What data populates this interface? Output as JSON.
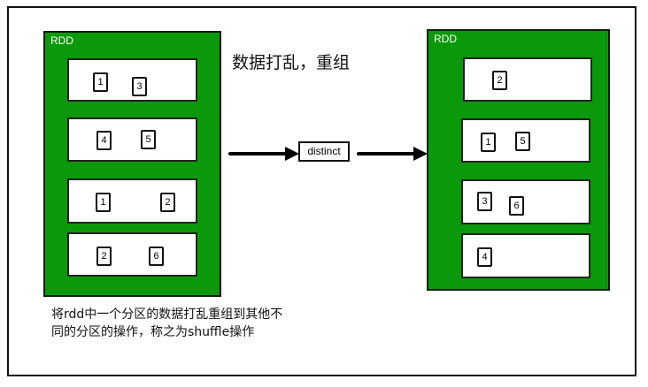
{
  "title": "数据打乱，重组",
  "operation": "distinct",
  "source_rdd": {
    "label": "RDD",
    "partitions": [
      {
        "items": [
          "1",
          "3"
        ]
      },
      {
        "items": [
          "4",
          "5"
        ]
      },
      {
        "items": [
          "1",
          "2"
        ]
      },
      {
        "items": [
          "2",
          "6"
        ]
      }
    ]
  },
  "target_rdd": {
    "label": "RDD",
    "partitions": [
      {
        "items": [
          "2"
        ]
      },
      {
        "items": [
          "1",
          "5"
        ]
      },
      {
        "items": [
          "3",
          "6"
        ]
      },
      {
        "items": [
          "4"
        ]
      }
    ]
  },
  "note": {
    "line1": "将rdd中一个分区的数据打乱重组到其他不",
    "line2": "同的分区的操作，称之为shuffle操作"
  },
  "colors": {
    "rdd_fill": "#0a990a",
    "border": "#111111"
  }
}
